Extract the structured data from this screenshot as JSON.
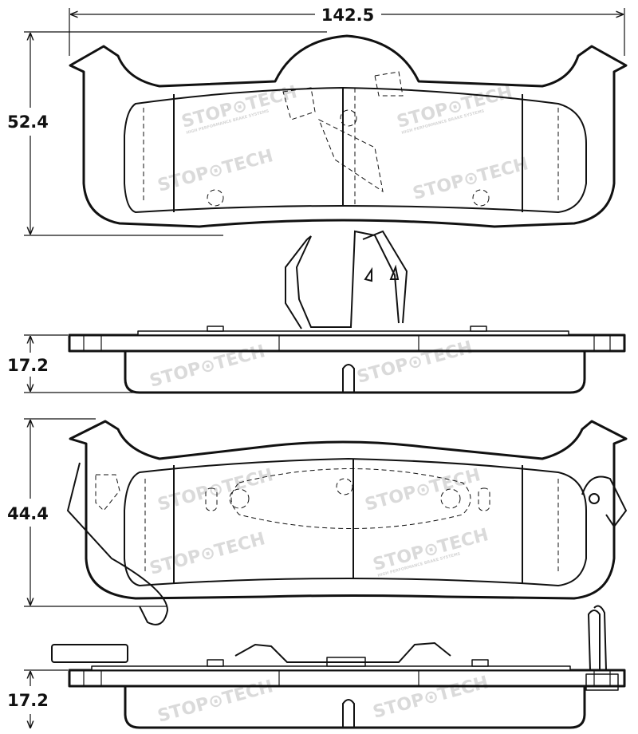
{
  "dimensions": {
    "overall_width": "142.5",
    "top_pad_height": "52.4",
    "top_pad_thickness": "17.2",
    "bottom_pad_height": "44.4",
    "bottom_pad_thickness": "17.2"
  },
  "watermark": {
    "brand": "STOPTECH",
    "tagline": "HIGH PERFORMANCE BRAKE SYSTEMS"
  },
  "colors": {
    "line": "#111111",
    "watermark": "#d6d6d6"
  }
}
